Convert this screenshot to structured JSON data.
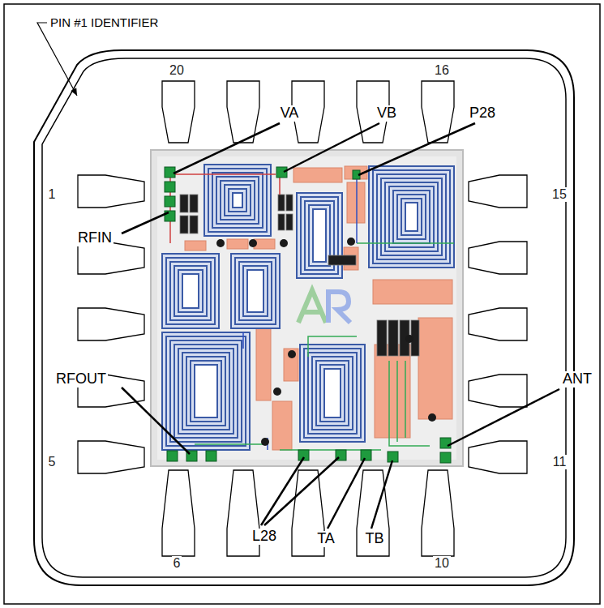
{
  "diagram": {
    "labels": [
      "PIN #1 IDENTIFIER",
      "20",
      "16",
      "1",
      "15",
      "5",
      "11",
      "6",
      "10",
      "VA",
      "VB",
      "P28",
      "RFIN",
      "RFOUT",
      "ANT",
      "L28",
      "TA",
      "TB"
    ]
  }
}
